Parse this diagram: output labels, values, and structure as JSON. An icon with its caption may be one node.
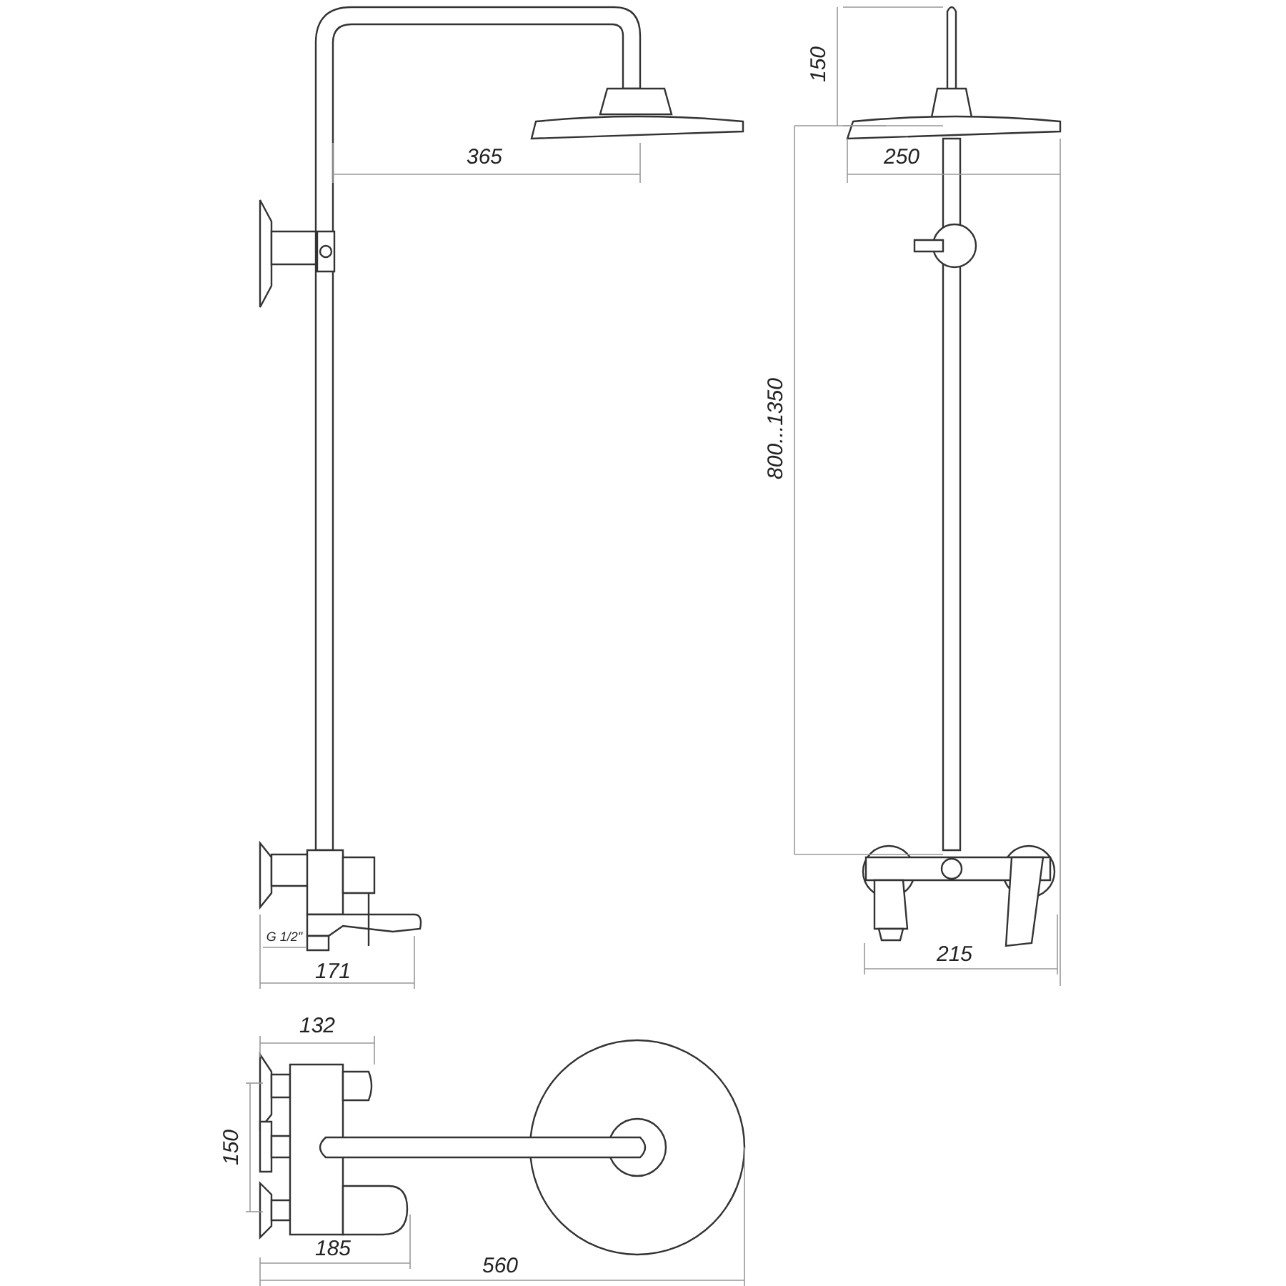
{
  "diagram": {
    "labels": [
      "150",
      "365",
      "250",
      "800...1350",
      "G 1/2\"",
      "171",
      "215",
      "132",
      "150",
      "185",
      "560"
    ]
  }
}
